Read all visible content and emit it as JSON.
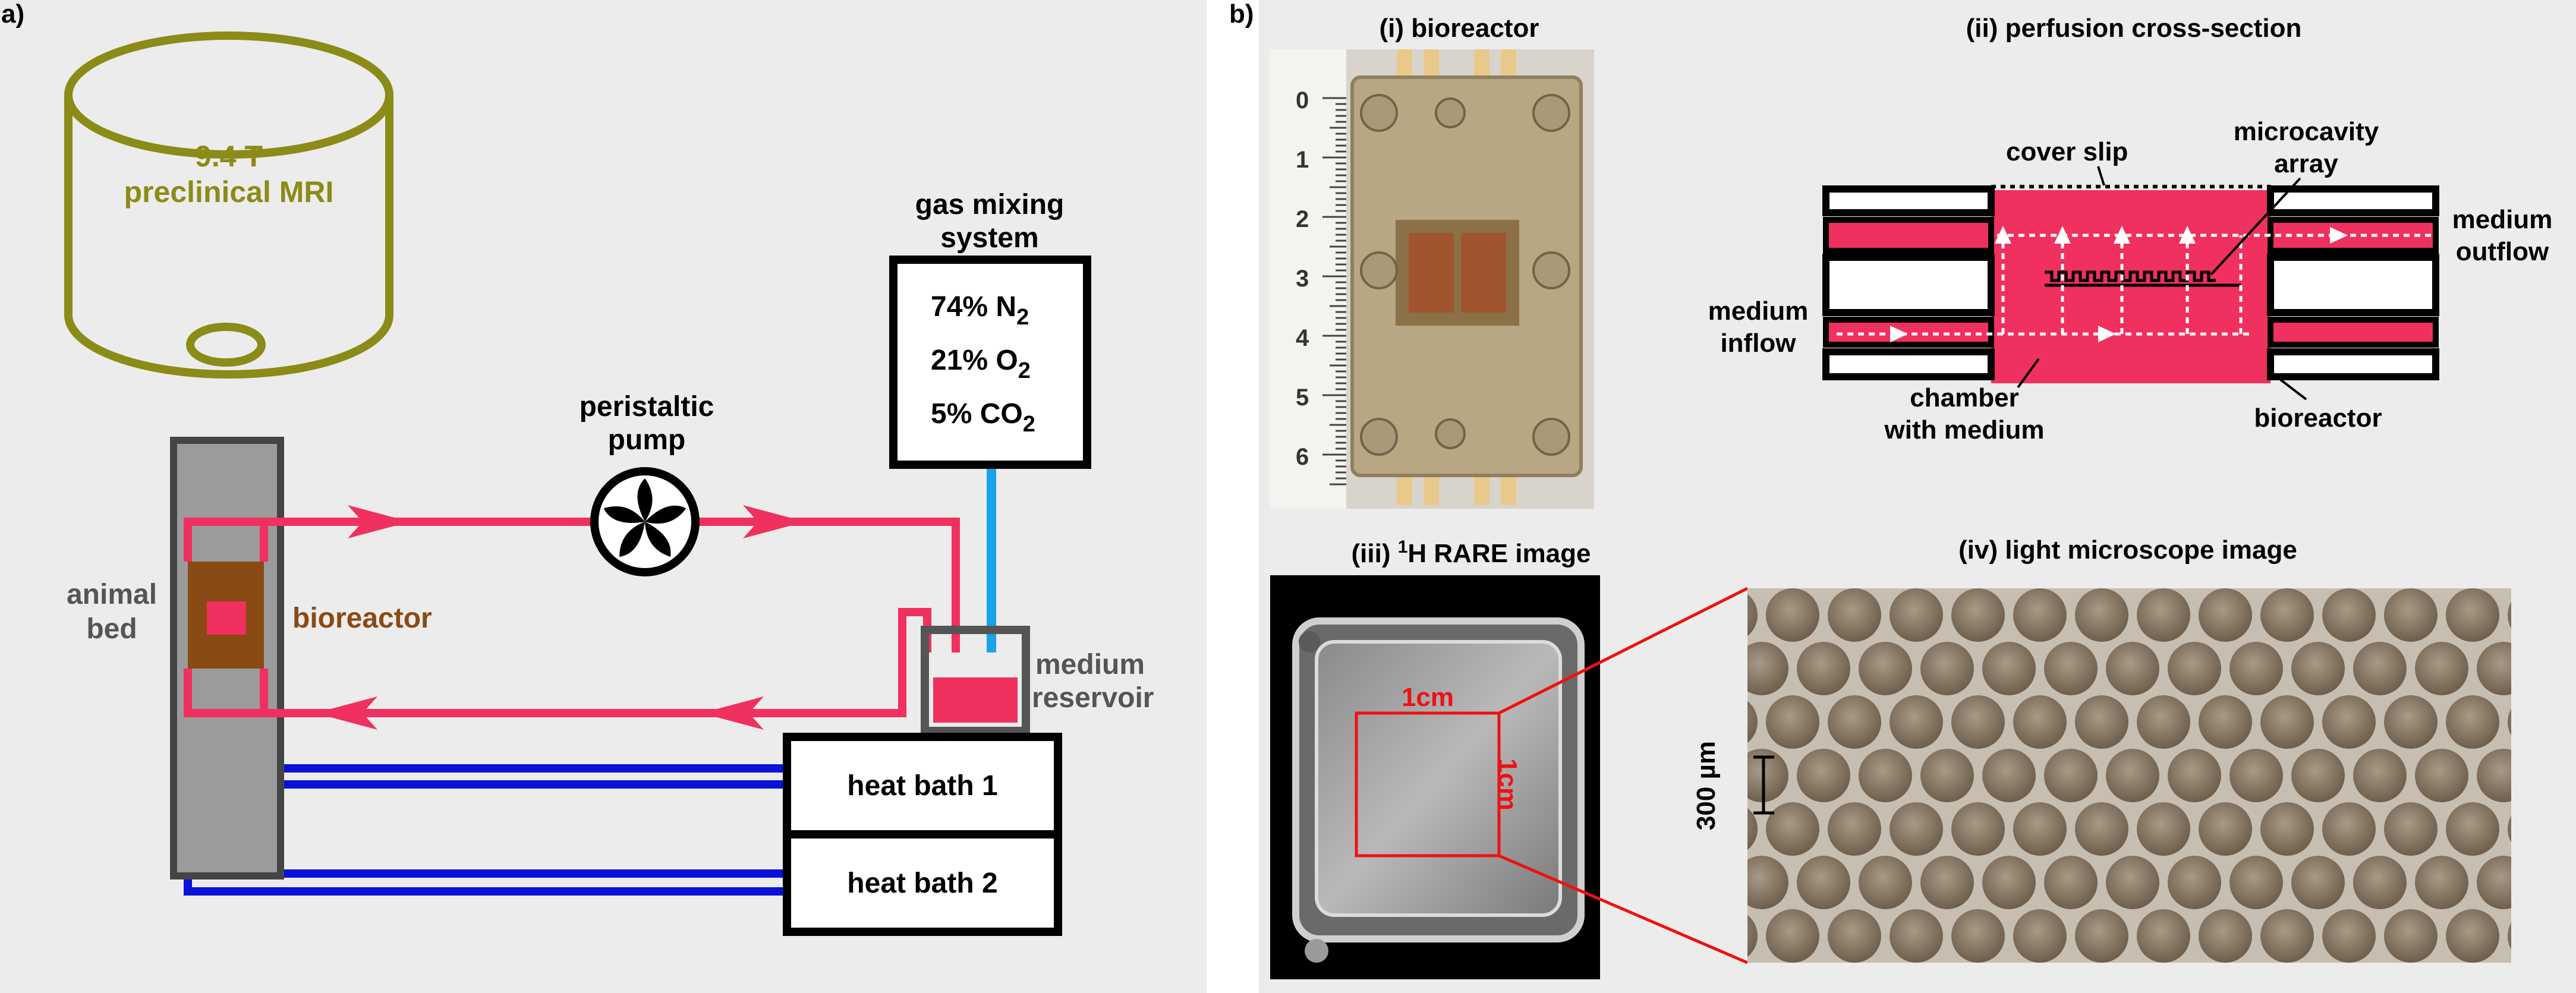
{
  "panel_a": {
    "label": "a)",
    "mri": {
      "line1": "9.4 T",
      "line2": "preclinical MRI"
    },
    "pump": {
      "line1": "peristaltic",
      "line2": "pump"
    },
    "gas": {
      "title1": "gas mixing",
      "title2": "system",
      "n2": {
        "pct": "74% N",
        "sub": "2"
      },
      "o2": {
        "pct": "21% O",
        "sub": "2"
      },
      "co2": {
        "pct": "5% CO",
        "sub": "2"
      }
    },
    "animal_bed": {
      "line1": "animal",
      "line2": "bed"
    },
    "bioreactor": "bioreactor",
    "reservoir": {
      "line1": "medium",
      "line2": "reservoir"
    },
    "heat_bath_1": "heat bath 1",
    "heat_bath_2": "heat bath 2",
    "colors": {
      "mri": "#8b8b17",
      "medium": "#f0305e",
      "gas": "#1aa3e8",
      "water": "#0a12d8",
      "bioreactor": "#8a4a14",
      "grey_label": "#555555"
    }
  },
  "panel_b": {
    "label": "b)",
    "i_title": "(i) bioreactor",
    "ii_title": "(ii) perfusion cross-section",
    "iii_title_pre": "(iii) ",
    "iii_title_sup": "1",
    "iii_title_post": "H RARE image",
    "iv_title": "(iv) light microscope image",
    "ruler_ticks": [
      "0",
      "1",
      "2",
      "3",
      "4",
      "5",
      "6"
    ],
    "cross_section": {
      "cover_slip": "cover slip",
      "microcavity1": "microcavity",
      "microcavity2": "array",
      "outflow1": "medium",
      "outflow2": "outflow",
      "inflow1": "medium",
      "inflow2": "inflow",
      "chamber1": "chamber",
      "chamber2": "with medium",
      "bioreactor": "bioreactor"
    },
    "rare": {
      "scale_h": "1cm",
      "scale_v": "1cm"
    },
    "microscope": {
      "scale": "300 µm"
    }
  }
}
